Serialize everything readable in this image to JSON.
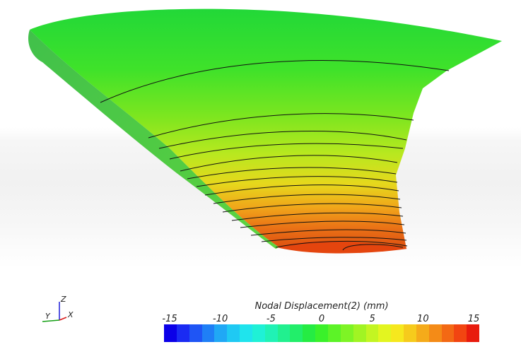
{
  "legend": {
    "title": "Nodal Displacement(2) (mm)",
    "ticks": [
      "-15",
      "-10",
      "-5",
      "0",
      "5",
      "10",
      "15"
    ],
    "min": -15,
    "max": 15,
    "colors": [
      "#0b00e8",
      "#1a2bf3",
      "#1f55f5",
      "#1f7ff6",
      "#20a8f5",
      "#1fc9f3",
      "#1fe4ed",
      "#1ff1d6",
      "#20f2b5",
      "#21f08f",
      "#22ee6a",
      "#25ec43",
      "#3af12a",
      "#5cf327",
      "#7ef425",
      "#a1f423",
      "#c3f522",
      "#e3f520",
      "#f6e81e",
      "#f6cb1c",
      "#f5ab1a",
      "#f48b17",
      "#f36914",
      "#f24511",
      "#e81b0d"
    ]
  },
  "axes": {
    "z": "Z",
    "y": "Y",
    "x": "X"
  },
  "colors": {
    "surface_top": "#27dc2e",
    "surface_mid": "#8de520",
    "surface_low": "#f0c81c",
    "surface_tip": "#e14810",
    "contour": "#111111"
  }
}
